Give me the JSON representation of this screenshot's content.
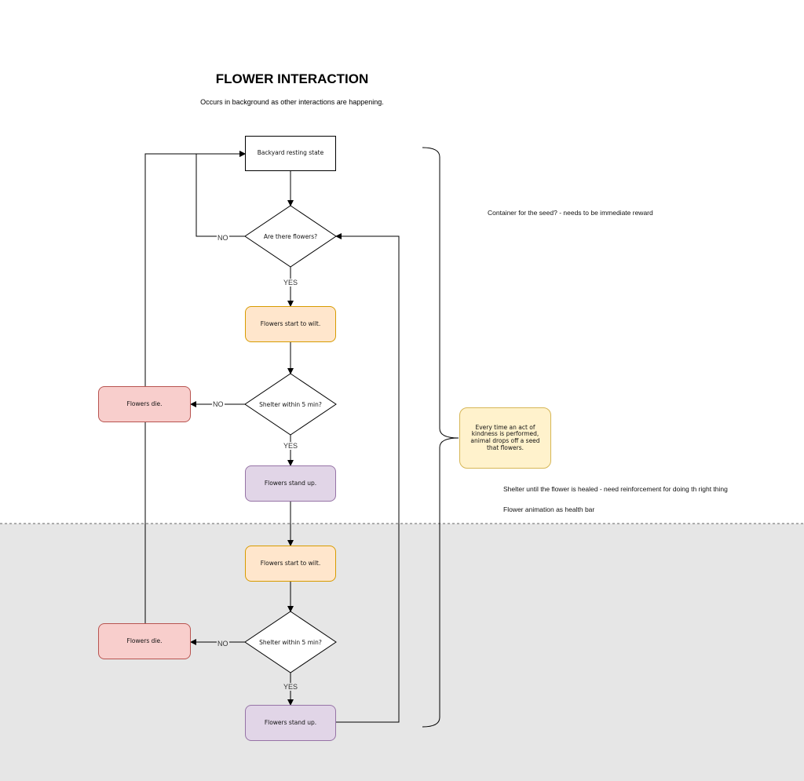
{
  "title": "FLOWER INTERACTION",
  "subtitle": "Occurs in background as other interactions are happening.",
  "nodes": {
    "backyard": "Backyard resting state",
    "are_there_flowers": "Are there flowers?",
    "wilt_1": "Flowers start to wilt.",
    "shelter_1": "Shelter within 5 min?",
    "die_1": "Flowers die.",
    "stand_1": "Flowers stand up.",
    "wilt_2": "Flowers start to wilt.",
    "shelter_2": "Shelter within 5 min?",
    "die_2": "Flowers die.",
    "stand_2": "Flowers stand up.",
    "kindness": "Every time an act of kindness is performed, animal drops off a seed that flowers."
  },
  "edge_labels": {
    "no_flowers": "NO",
    "yes_flowers": "YES",
    "no_shelter_1": "NO",
    "yes_shelter_1": "YES",
    "no_shelter_2": "NO",
    "yes_shelter_2": "YES"
  },
  "notes": {
    "container": "Container for the seed? - needs to be immediate reward",
    "shelter_heal": "Shelter until the flower is healed - need reinforcement for doing th right thing",
    "animation": "Flower animation as health bar"
  },
  "colors": {
    "wilt_fill": "#ffe6cc",
    "die_fill": "#f8cecc",
    "stand_fill": "#e1d5e7",
    "note_fill": "#fff2cc",
    "lower_region": "#e6e6e6"
  }
}
